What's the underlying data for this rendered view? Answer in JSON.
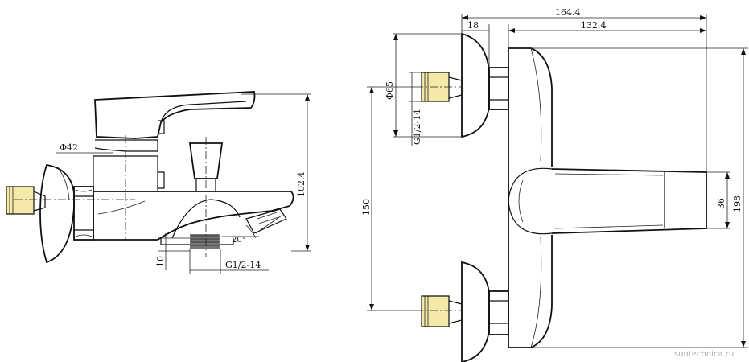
{
  "dimensions": {
    "side_view": {
      "diameter_body": "Φ42",
      "height": "102.4",
      "spout_drop": "10",
      "thread": "G1/2-14",
      "angle": "20°"
    },
    "front_view": {
      "overall_depth": "164.4",
      "offset": "18",
      "body_depth": "132.4",
      "flange_diameter": "Φ65",
      "thread": "G1/2-14",
      "center_distance": "150",
      "spout_height": "36",
      "overall_height": "198"
    }
  },
  "watermark": "suntechnica.ru"
}
